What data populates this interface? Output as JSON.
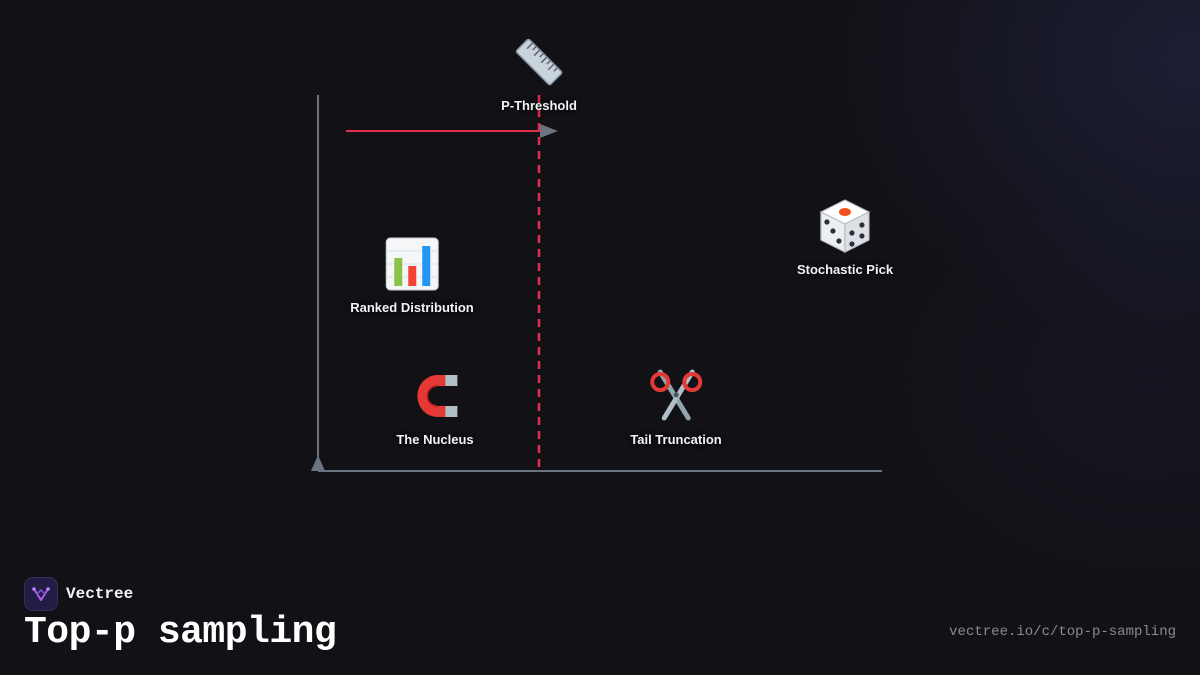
{
  "diagram": {
    "nodes": [
      {
        "id": "p-threshold",
        "label": "P-Threshold",
        "icon": "ruler-icon"
      },
      {
        "id": "ranked-distribution",
        "label": "Ranked Distribution",
        "icon": "bar-chart-icon"
      },
      {
        "id": "stochastic-pick",
        "label": "Stochastic Pick",
        "icon": "dice-icon"
      },
      {
        "id": "the-nucleus",
        "label": "The Nucleus",
        "icon": "magnet-icon"
      },
      {
        "id": "tail-truncation",
        "label": "Tail Truncation",
        "icon": "scissors-icon"
      }
    ],
    "colors": {
      "axis": "#6b7280",
      "threshold": "#e0304c",
      "background": "#111116"
    }
  },
  "brand": {
    "name": "Vectree"
  },
  "title": "Top-p sampling",
  "url": "vectree.io/c/top-p-sampling"
}
